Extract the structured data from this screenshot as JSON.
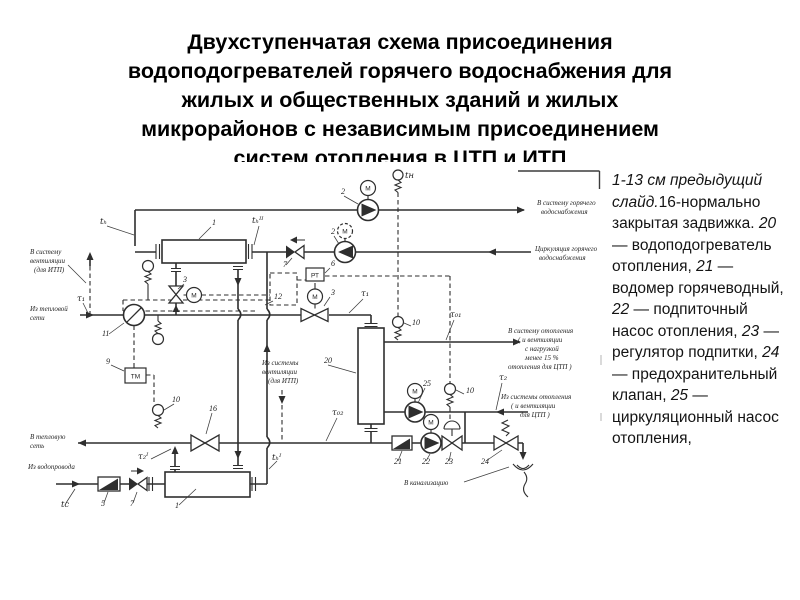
{
  "colors": {
    "background": "#ffffff",
    "ink": "#000000",
    "diagram_ink": "#2e2e2e"
  },
  "slide": {
    "title_lines": [
      "Двухступенчатая схема присоединения",
      "водоподогревателей горячего водоснабжения для",
      "жилых и общественных зданий и жилых",
      "микрорайонов с независимым присоединением",
      "систем отопления в ЦТП и ИТП"
    ],
    "note_segments": [
      {
        "t": "1-13 см предыдущий слайд.",
        "i": 1
      },
      {
        "t": "16",
        "i": 0
      },
      {
        "t": "-нормально закрытая задвижка. ",
        "i": 0
      },
      {
        "t": "20",
        "i": 1
      },
      {
        "t": " — водоподогреватель отопления, ",
        "i": 0
      },
      {
        "t": "21",
        "i": 1
      },
      {
        "t": " — водомер горячеводный, ",
        "i": 0
      },
      {
        "t": "22",
        "i": 1
      },
      {
        "t": " — подпиточный насос отопления, ",
        "i": 0
      },
      {
        "t": "23",
        "i": 1
      },
      {
        "t": " — регулятор подпитки, ",
        "i": 0
      },
      {
        "t": "24",
        "i": 1
      },
      {
        "t": " — предохранительный клапан, ",
        "i": 0
      },
      {
        "t": "25",
        "i": 1
      },
      {
        "t": " — циркуляционный насос отопления,",
        "i": 0
      }
    ]
  },
  "diagram": {
    "labels": {
      "num1_stage2": "1",
      "num1_stage1": "1",
      "num2_pump": "2",
      "num2_circpump": "2",
      "num3_valve": "3",
      "num3_valve2": "3",
      "num5": "5",
      "num6": "6",
      "num7_check": "7",
      "num7_check2": "7",
      "num9": "9",
      "num10_a": "10",
      "num10_b": "10",
      "num10_c": "10",
      "num11": "11",
      "num12": "12",
      "num16": "16",
      "num20": "20",
      "num21": "21",
      "num22": "22",
      "num23": "23",
      "num24": "24",
      "num25": "25",
      "rt": "РТ",
      "tm": "ТМ",
      "motor": "М",
      "t_h": "tₕ",
      "t_h2": "tₕᴵᴵ",
      "t_h1": "tₕᴵ",
      "t_n": "tн",
      "t_c": "tс",
      "tau1_left": "τ₁",
      "tau1_mid": "τ₁",
      "tau2": "τ₂",
      "tau01": "τ₀₁",
      "tau02": "τ₀₂",
      "tau2_1": "τ₂ᴵ",
      "to_vent": [
        "В систему",
        "вентиляции",
        "(для ИТП)"
      ],
      "from_net": [
        "Из тепловой",
        "сети"
      ],
      "to_net": [
        "В тепловую",
        "сеть"
      ],
      "from_water": "Из водопровода",
      "to_hws": [
        "В систему горячего",
        "водоснабжения"
      ],
      "circ_hws": [
        "Циркуляция горячего",
        "водоснабжения"
      ],
      "to_heating": [
        "В систему отопления",
        "( и вентиляции",
        "с нагрузкой",
        "менее 15 %",
        "отопления для ЦТП )"
      ],
      "from_heating": [
        "Из системы отопления",
        "( и вентиляции",
        "для ЦТП )"
      ],
      "from_vent": [
        "Из системы",
        "вентиляции",
        "(для ИТП)"
      ],
      "to_sewer": "В канализацию"
    }
  }
}
